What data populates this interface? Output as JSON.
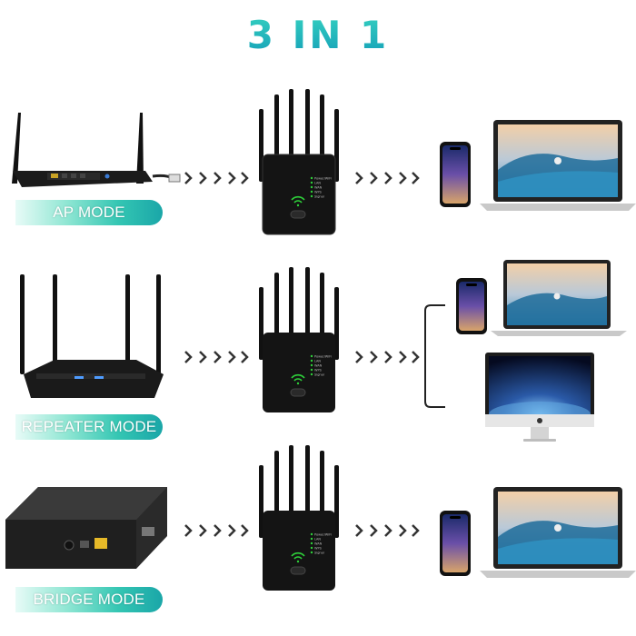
{
  "title": "3 IN 1",
  "modes": [
    {
      "label": "AP MODE"
    },
    {
      "label": "REPEATER MODE"
    },
    {
      "label": "BRIDGE MODE"
    }
  ],
  "extender_led_labels": [
    "Power/WiFi",
    "LAN",
    "WAN",
    "WPS",
    "Signal"
  ],
  "colors": {
    "title_teal": "#18b6b0",
    "badge_teal": "#1aa6a8",
    "device_black": "#111111",
    "wifi_green": "#2ed03a",
    "arrow_gray": "#333333"
  },
  "icons": [
    "router-icon",
    "extender-icon",
    "phone-icon",
    "laptop-icon",
    "desktop-icon",
    "modem-icon",
    "chevron-right-icon"
  ]
}
